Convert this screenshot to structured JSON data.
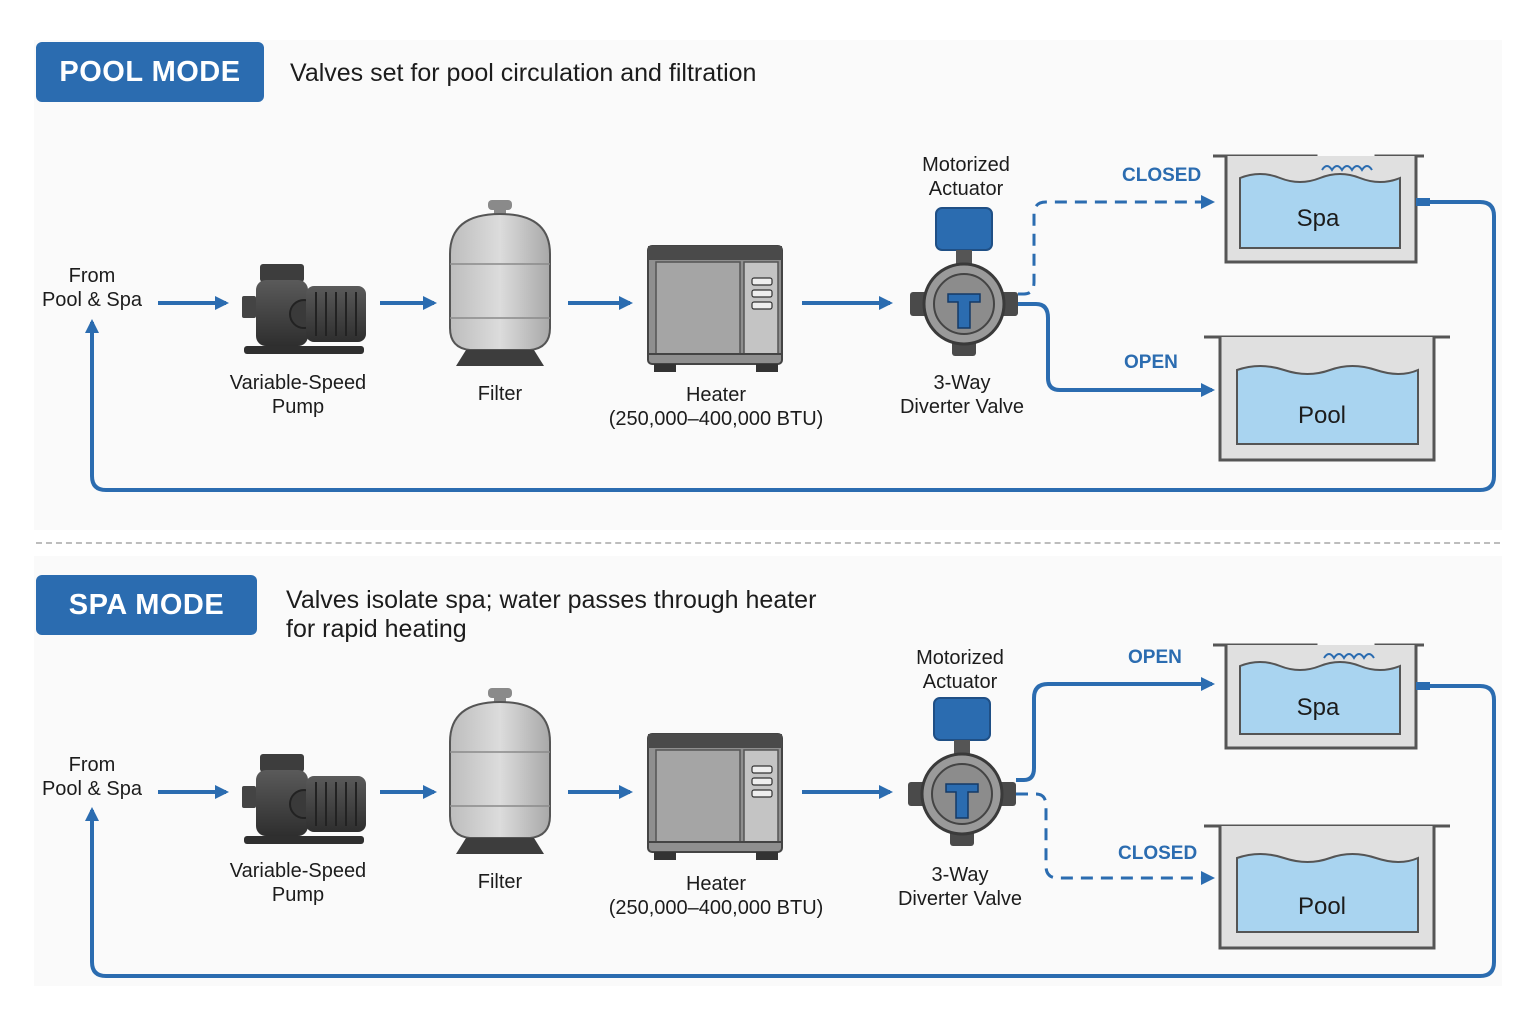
{
  "pool_mode": {
    "badge": "POOL MODE",
    "subtitle": "Valves set for pool circulation and filtration",
    "source_line1": "From",
    "source_line2": "Pool & Spa",
    "pump_line1": "Variable-Speed",
    "pump_line2": "Pump",
    "filter": "Filter",
    "heater_line1": "Heater",
    "heater_line2": "(250,000–400,000 BTU)",
    "actuator_line1": "Motorized",
    "actuator_line2": "Actuator",
    "valve_line1": "3-Way",
    "valve_line2": "Diverter Valve",
    "spa_state": "CLOSED",
    "pool_state": "OPEN",
    "spa_label": "Spa",
    "pool_label": "Pool"
  },
  "spa_mode": {
    "badge": "SPA MODE",
    "subtitle_line1": "Valves isolate spa; water passes through heater",
    "subtitle_line2": "for rapid heating",
    "source_line1": "From",
    "source_line2": "Pool & Spa",
    "pump_line1": "Variable-Speed",
    "pump_line2": "Pump",
    "filter": "Filter",
    "heater_line1": "Heater",
    "heater_line2": "(250,000–400,000 BTU)",
    "actuator_line1": "Motorized",
    "actuator_line2": "Actuator",
    "valve_line1": "3-Way",
    "valve_line2": "Diverter Valve",
    "spa_state": "OPEN",
    "pool_state": "CLOSED",
    "spa_label": "Spa",
    "pool_label": "Pool"
  },
  "colors": {
    "accent": "#2b6cb0",
    "water": "#a9d4f0",
    "equipment_gray": "#9e9e9e",
    "dark_gray": "#4a4a4a"
  }
}
